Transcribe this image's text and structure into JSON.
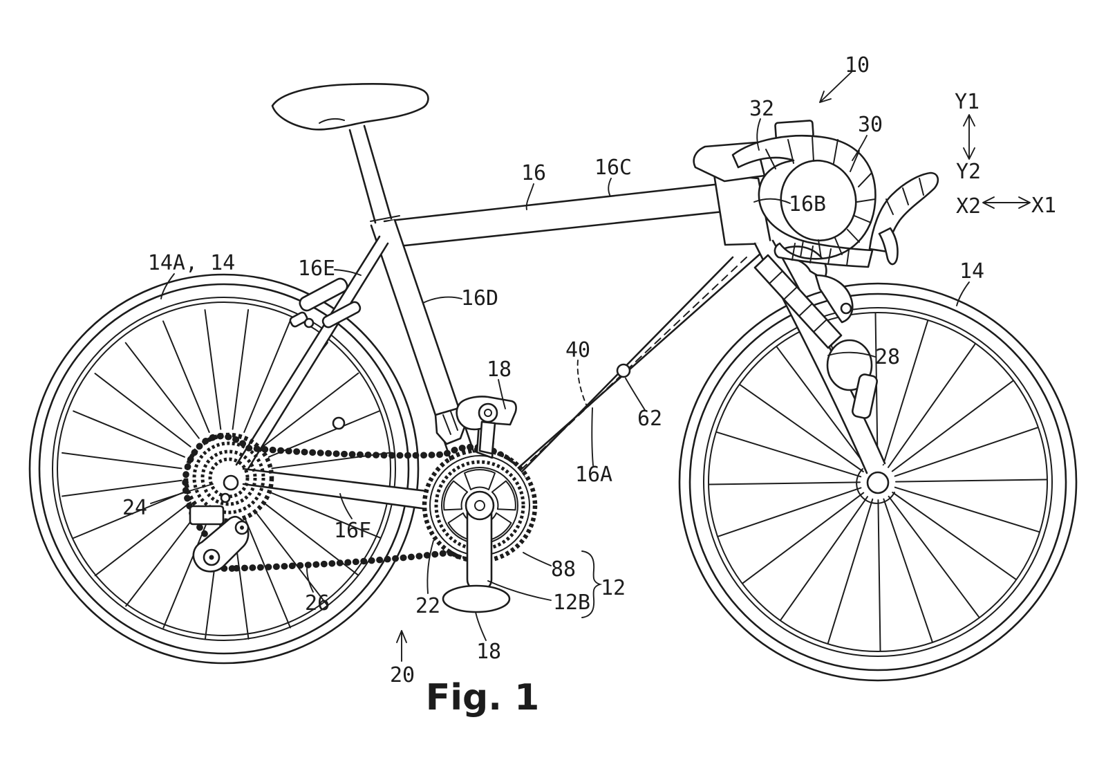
{
  "figure": {
    "caption": "Fig. 1"
  },
  "colors": {
    "ink": "#1c1c1c",
    "background": "#ffffff"
  },
  "labels": {
    "ref10": "10",
    "ref32": "32",
    "ref30": "30",
    "ref16B": "16B",
    "axisY1": "Y1",
    "axisY2": "Y2",
    "axisX2": "X2",
    "axisX1": "X1",
    "ref16": "16",
    "ref16C": "16C",
    "ref14A_14": "14A, 14",
    "ref16E": "16E",
    "ref16D": "16D",
    "ref18_front_derailleur": "18",
    "ref40": "40",
    "ref62": "62",
    "ref16A": "16A",
    "ref14_front": "14",
    "ref28": "28",
    "ref24": "24",
    "ref16F": "16F",
    "ref26": "26",
    "ref22": "22",
    "ref88": "88",
    "ref12B": "12B",
    "ref12": "12",
    "ref18_pedal": "18",
    "ref20": "20"
  }
}
